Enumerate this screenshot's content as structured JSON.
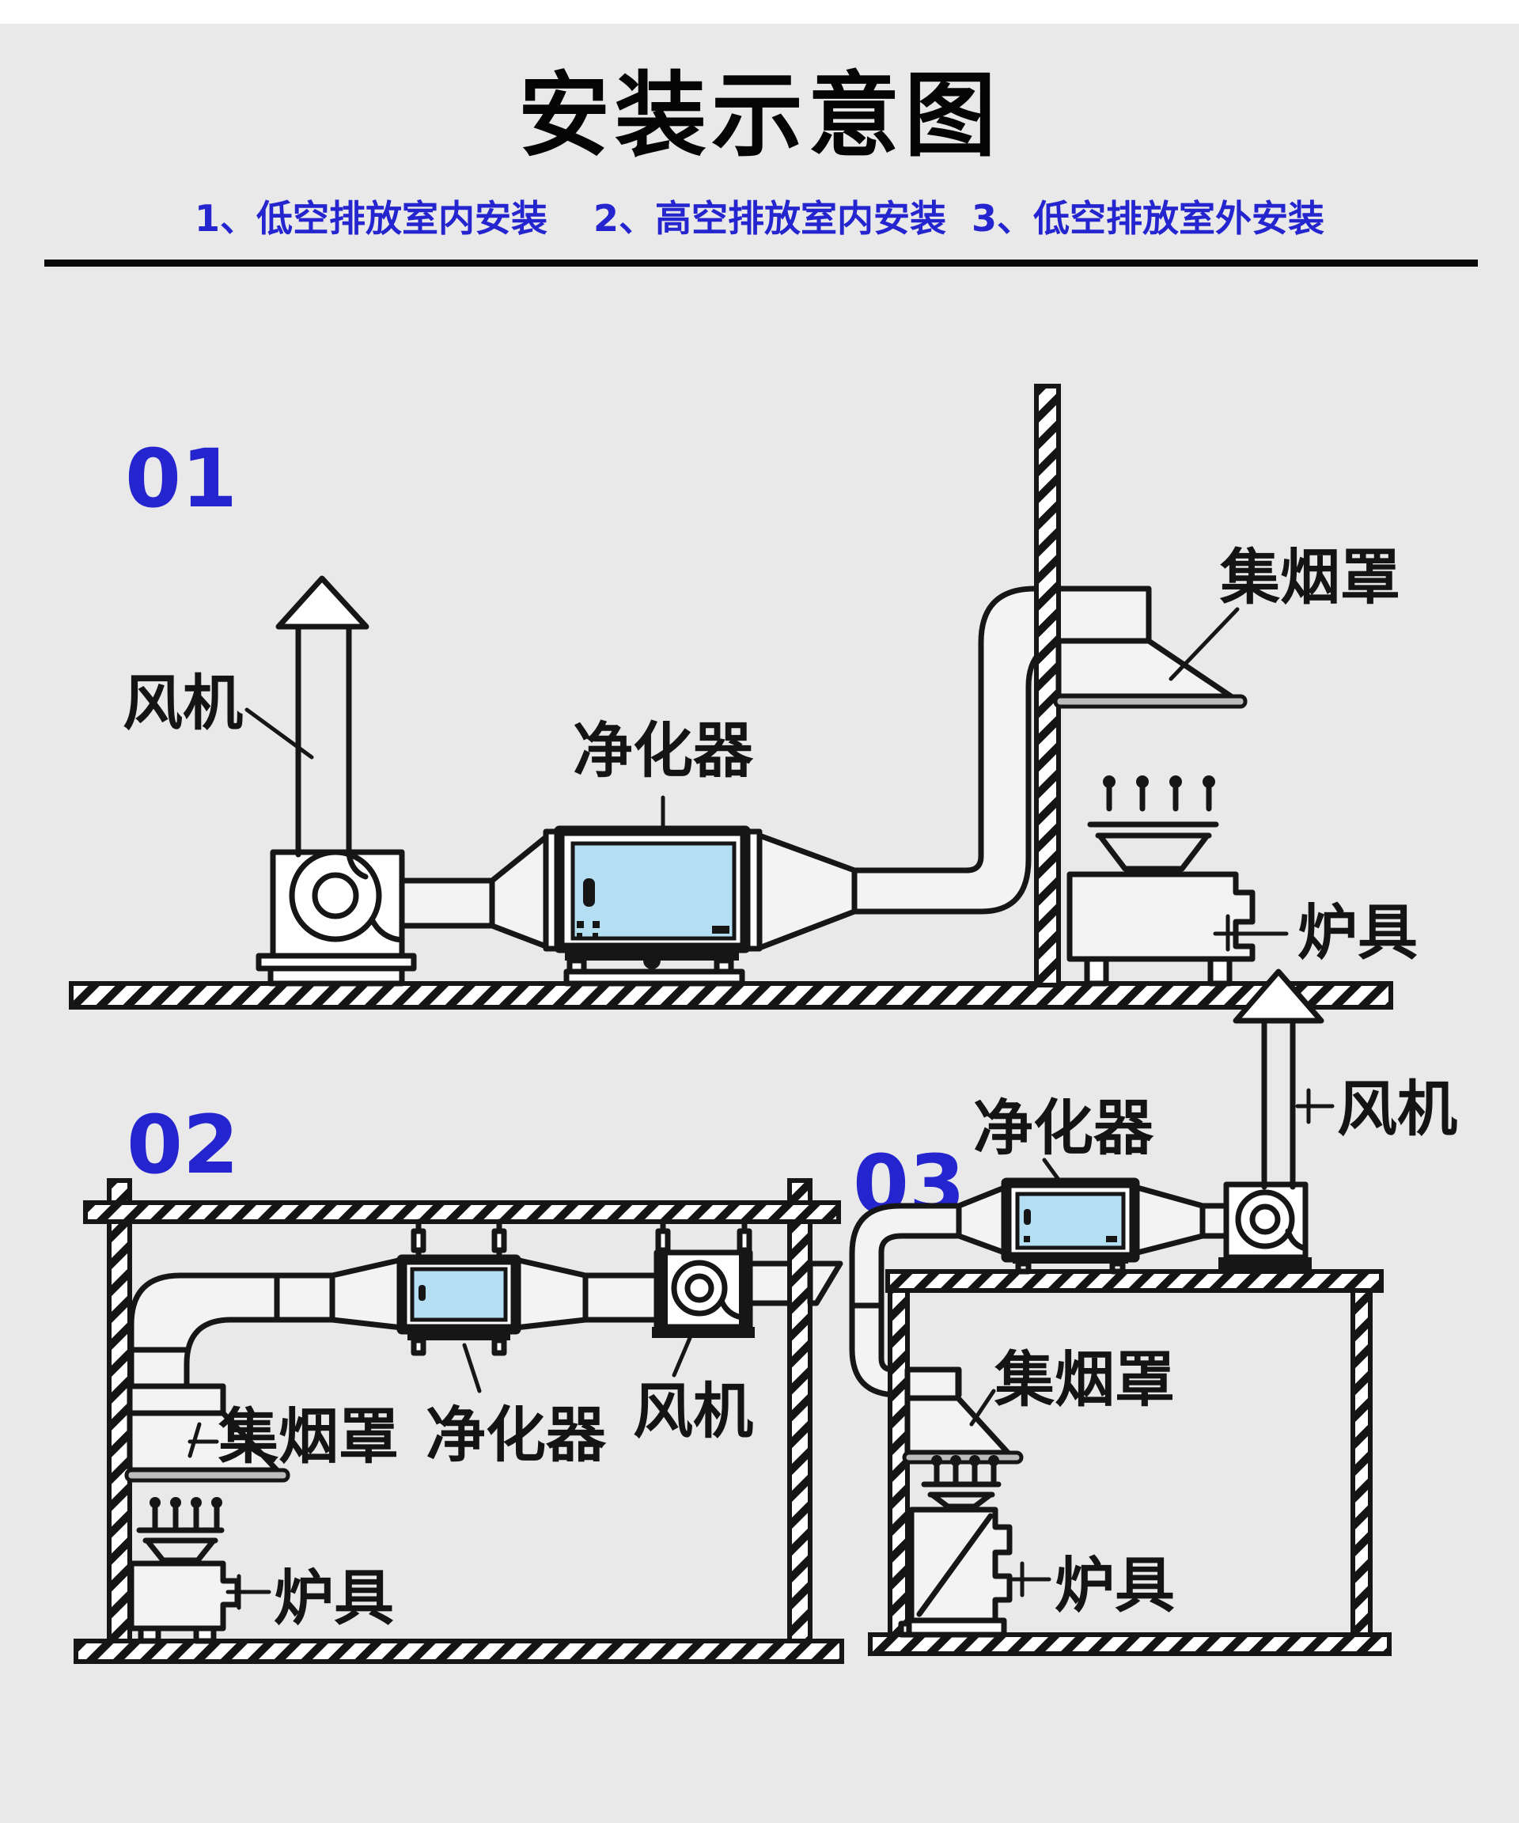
{
  "page": {
    "title": "安装示意图",
    "subtitle_items": [
      "1、低空排放室内安装",
      "2、高空排放室内安装",
      "3、低空排放室外安装"
    ]
  },
  "colors": {
    "accent_blue": "#2525cf",
    "purifier_fill": "#b4def2",
    "line_black": "#161616",
    "background_gray": "#e9e9e9",
    "hood_rim_gray": "#bdbdbd"
  },
  "diagrams": [
    {
      "number": "01",
      "labels": {
        "fan": "风机",
        "purifier": "净化器",
        "hood": "集烟罩",
        "stove": "炉具"
      }
    },
    {
      "number": "02",
      "labels": {
        "hood": "集烟罩",
        "purifier": "净化器",
        "fan": "风机",
        "stove": "炉具"
      }
    },
    {
      "number": "03",
      "labels": {
        "purifier": "净化器",
        "fan": "风机",
        "hood": "集烟罩",
        "stove": "炉具"
      }
    }
  ]
}
